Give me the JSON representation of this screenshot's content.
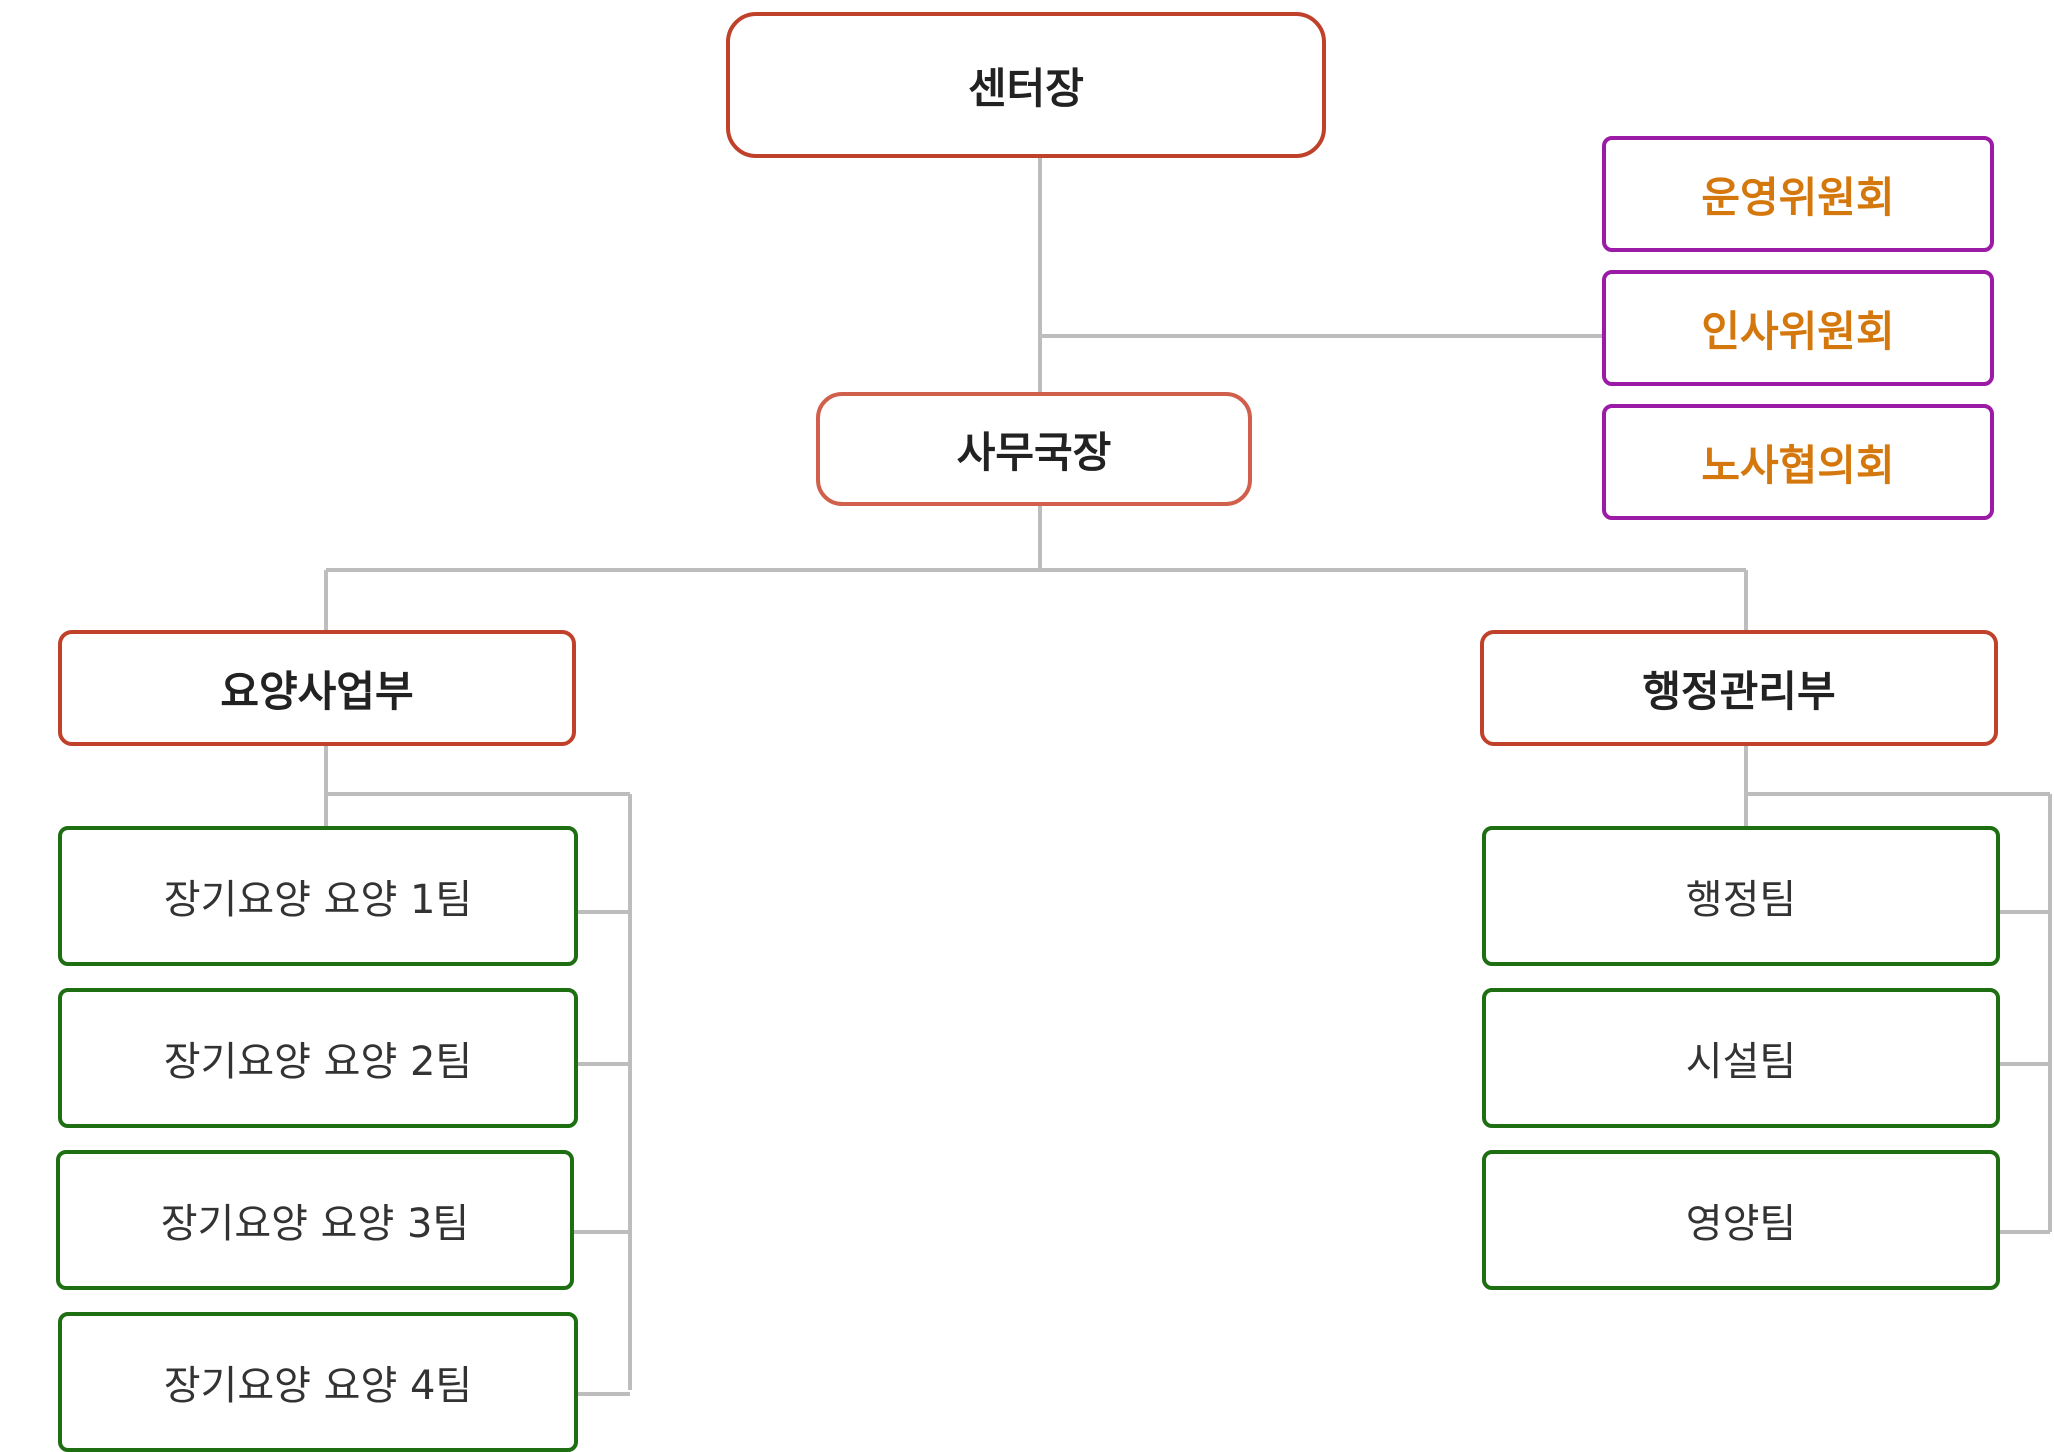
{
  "colors": {
    "line": "#bdbdbd",
    "top_border": "#c0412a",
    "mid_border": "#d0604c",
    "committee_border": "#9b1aa6",
    "committee_text": "#d4780e",
    "team_border": "#1e6e12"
  },
  "org": {
    "top": "센터장",
    "middle": "사무국장",
    "committees": [
      "운영위원회",
      "인사위원회",
      "노사협의회"
    ],
    "departments": [
      {
        "name": "요양사업부",
        "teams": [
          "장기요양 요양 1팀",
          "장기요양 요양 2팀",
          "장기요양 요양 3팀",
          "장기요양 요양 4팀"
        ]
      },
      {
        "name": "행정관리부",
        "teams": [
          "행정팀",
          "시설팀",
          "영양팀"
        ]
      }
    ]
  }
}
